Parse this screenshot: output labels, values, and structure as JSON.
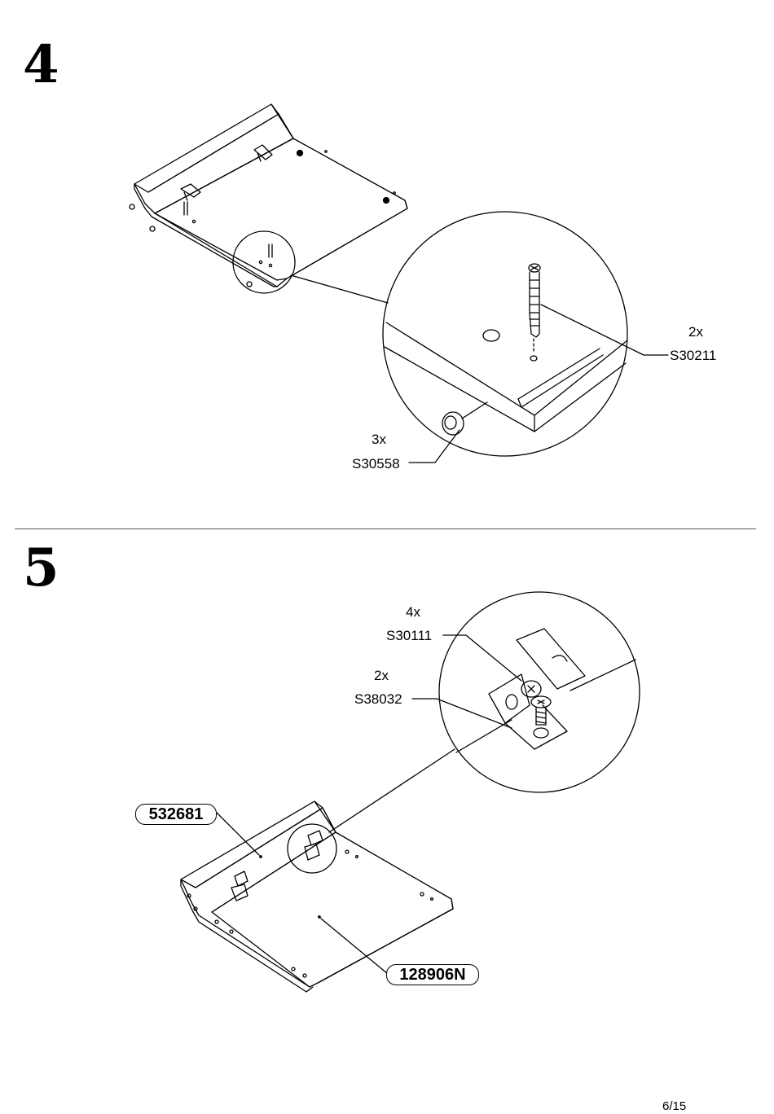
{
  "steps": [
    {
      "number": "4",
      "parts": [
        {
          "qty": "2x",
          "code": "S30211"
        },
        {
          "qty": "3x",
          "code": "S30558"
        }
      ]
    },
    {
      "number": "5",
      "parts": [
        {
          "qty": "4x",
          "code": "S30111"
        },
        {
          "qty": "2x",
          "code": "S38032"
        }
      ],
      "panels": [
        "532681",
        "128906N"
      ]
    }
  ],
  "page": "6/15"
}
